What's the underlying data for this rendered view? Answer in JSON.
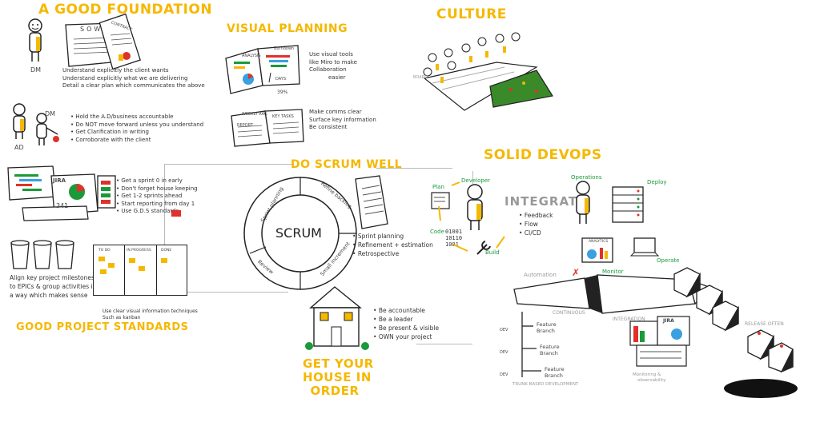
{
  "sections": {
    "foundation": {
      "title": "A GOOD FOUNDATION",
      "dm_label": "DM",
      "doc_label": "SOW",
      "contract_label": "CONTRACT",
      "notes": [
        "Understand explicitly the client wants",
        "Understand explicitly what we are delivering",
        "Detail a clear plan which communicates the above"
      ],
      "ad_label": "AD",
      "dm2_label": "DM",
      "bullets": [
        "Hold the A.D/business accountable",
        "Do NOT move forward unless you understand",
        "Get Clarification in writing",
        "Corroborate with the client"
      ]
    },
    "visual_planning": {
      "title": "VISUAL PLANNING",
      "analysis_label": "ANALYSIS",
      "burndown_label": "Burndown",
      "days_label": "DAYS",
      "pct_label": "39%",
      "notes1": [
        "Use visual tools",
        "like Miro to make",
        "Collaboration",
        "easier"
      ],
      "weekly_label": "WEEKLY RAG",
      "report_label": "REPORT",
      "key_label": "KEY TASKS",
      "notes2": [
        "Make comms clear",
        "Surface key information",
        "Be consistent"
      ]
    },
    "culture": {
      "title": "CULTURE",
      "board_label": "BOARD"
    },
    "project_standards": {
      "jira_label": "JIRA",
      "number_label": "341",
      "bullets": [
        "Get a sprint 0 in early",
        "Don't forget house keeping",
        "Get 1-2 sprints ahead",
        "Start reporting from day 1",
        "Use G.D.S standards"
      ],
      "notes": [
        "Align key project milestones",
        "to EPICs & group activities in",
        "a way which makes sense"
      ],
      "board_cols": [
        "TO DO",
        "IN PROGRESS",
        "DONE"
      ],
      "kanban_note": [
        "Use clear visual information techniques",
        "Such as kanban"
      ],
      "title": "GOOD PROJECT STANDARDS"
    },
    "scrum": {
      "title": "DO SCRUM WELL",
      "center": "SCRUM",
      "ring_labels": [
        "Sprint planning",
        "Refine backlog",
        "Small increment",
        "Review"
      ],
      "bullets": [
        "Sprint planning",
        "Refinement + estimation",
        "Retrospective"
      ]
    },
    "house": {
      "title_lines": [
        "GET YOUR",
        "HOUSE IN",
        "ORDER"
      ],
      "bullets": [
        "Be accountable",
        "Be a leader",
        "Be present & visible",
        "OWN your project"
      ]
    },
    "devops": {
      "title": "SOLID DEVOPS",
      "plan": "Plan",
      "developer": "Developer",
      "code": "Code",
      "binary": [
        "01001",
        "10110",
        "1001"
      ],
      "build": "Build",
      "integrate": "INTEGRATE",
      "integrate_bullets": [
        "Feedback",
        "Flow",
        "CI/CD"
      ],
      "operations": "Operations",
      "deploy": "Deploy",
      "analytics": "ANALYTICS",
      "monitor": "Monitor",
      "operate": "Operate",
      "automation": "Automation",
      "continuous": "CONTINUOUS",
      "integration": "INTEGRATION",
      "release": "RELEASE OFTEN",
      "feature_branches": [
        "Feature Branch",
        "Feature Branch",
        "Feature Branch"
      ],
      "dev": "DEV",
      "trunk": "TRUNK BASED DEVELOPMENT",
      "jira": "JIRA",
      "monitoring": [
        "Monitoring &",
        "observability"
      ]
    }
  },
  "colors": {
    "accent": "#f5b800",
    "green": "#1a9a3a",
    "red": "#e0312b",
    "grey": "#999999"
  }
}
